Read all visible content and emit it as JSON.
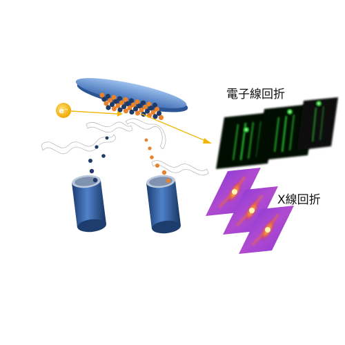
{
  "labels": {
    "electron_diffraction": "電子線回折",
    "xray_diffraction": "X線回折",
    "electron_symbol": "e⁻"
  },
  "colors": {
    "substrate": "#4f7fc4",
    "film_orange": "#e8822c",
    "film_navy": "#1f3a66",
    "electron_beam": "#f2b705",
    "cylinder": "#2e5e9e",
    "ed_pattern": "#2fd23a",
    "xrd_pattern_bg": "#9b3bd6",
    "xrd_pattern_hot": "#f7e24a"
  }
}
